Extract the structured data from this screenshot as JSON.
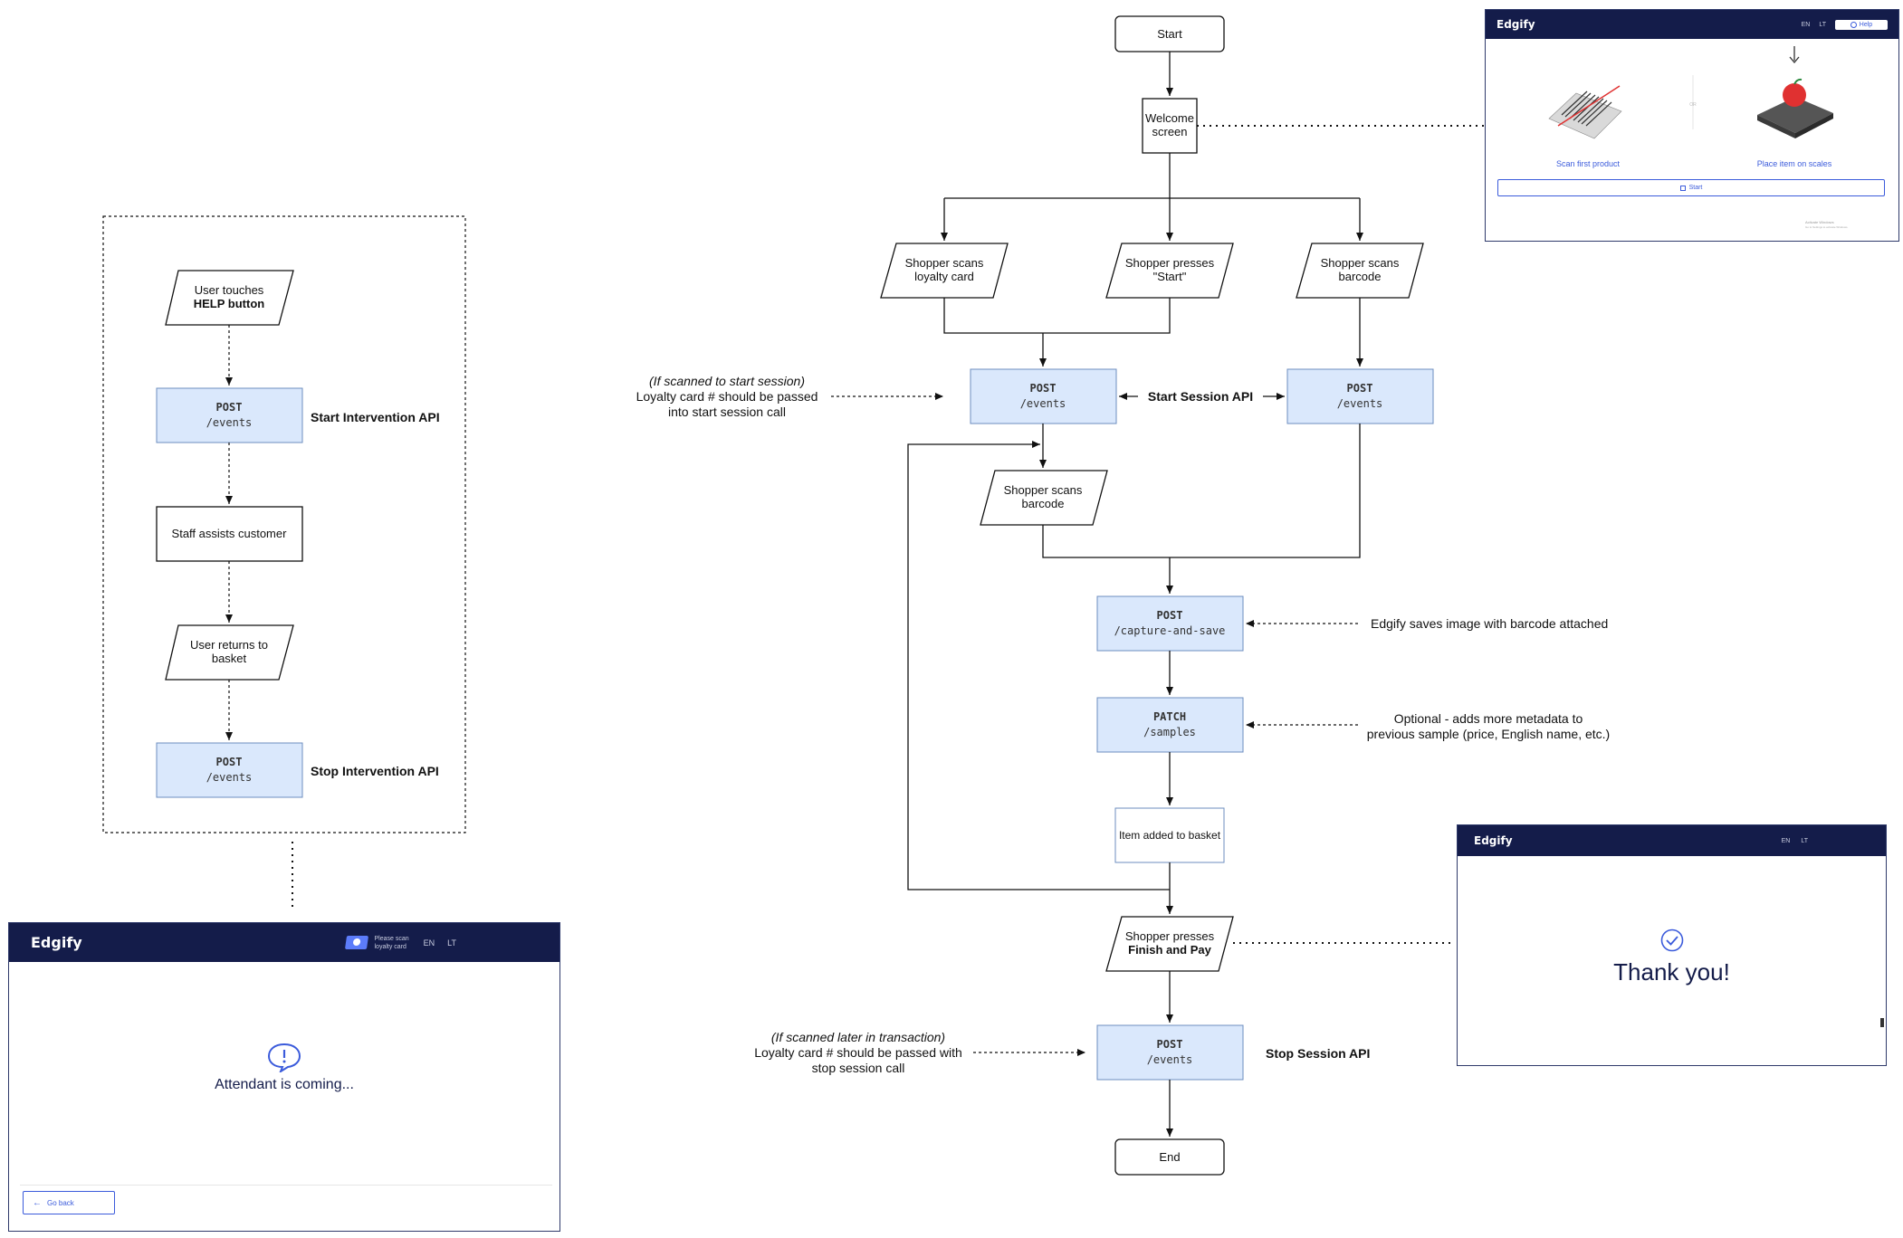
{
  "flow": {
    "start": "Start",
    "welcome_line1": "Welcome",
    "welcome_line2": "screen",
    "loyalty_line1": "Shopper scans",
    "loyalty_line2": "loyalty card",
    "presses_start_line1": "Shopper presses",
    "presses_start_line2": "\"Start\"",
    "scans_barcode_line1": "Shopper scans",
    "scans_barcode_line2": "barcode",
    "post_method": "POST",
    "events_path": "/events",
    "start_session_api": "Start Session API",
    "scan_loop_line1": "Shopper scans",
    "scan_loop_line2": "barcode",
    "capture_method": "POST",
    "capture_path": "/capture-and-save",
    "patch_method": "PATCH",
    "samples_path": "/samples",
    "item_added": "Item added to basket",
    "finish_line1": "Shopper presses",
    "finish_line2": "Finish and Pay",
    "stop_post_method": "POST",
    "stop_events_path": "/events",
    "stop_session_api": "Stop Session API",
    "end": "End"
  },
  "annotations": {
    "start_note_line1": "(If scanned to start session)",
    "start_note_line2": "Loyalty card # should be passed",
    "start_note_line3": "into start session call",
    "capture_note": "Edgify saves image with barcode attached",
    "patch_note_line1": "Optional - adds more metadata to",
    "patch_note_line2": "previous sample (price, English name, etc.)",
    "stop_note_line1": "(If scanned later in transaction)",
    "stop_note_line2": "Loyalty card # should be passed with",
    "stop_note_line3": "stop session call"
  },
  "intervention": {
    "help_line1": "User touches",
    "help_line2": "HELP button",
    "post_method": "POST",
    "events_path": "/events",
    "start_api": "Start Intervention API",
    "staff": "Staff assists customer",
    "returns_line1": "User returns to",
    "returns_line2": "basket",
    "post_method_2": "POST",
    "events_path_2": "/events",
    "stop_api": "Stop Intervention API"
  },
  "welcome_screen": {
    "brand": "Edgify",
    "lang_en": "EN",
    "lang_lt": "LT",
    "help_label": "Help",
    "or_label": "OR",
    "scan_first": "Scan first product",
    "place_item": "Place item on scales",
    "start_button": "Start",
    "footer_line1": "Activate Windows",
    "footer_line2": "Go to Settings to activate Windows."
  },
  "attendant_screen": {
    "brand": "Edgify",
    "loyalty_prompt_line1": "Please scan",
    "loyalty_prompt_line2": "loyalty card",
    "lang_en": "EN",
    "lang_lt": "LT",
    "message": "Attendant is coming...",
    "go_back": "Go back"
  },
  "thanks_screen": {
    "brand": "Edgify",
    "lang_en": "EN",
    "lang_lt": "LT",
    "message": "Thank you!"
  },
  "colors": {
    "api_fill": "#dae8fc",
    "api_stroke": "#6c8ebf",
    "header_navy": "#141c4a",
    "accent_blue": "#3b5bdb"
  }
}
